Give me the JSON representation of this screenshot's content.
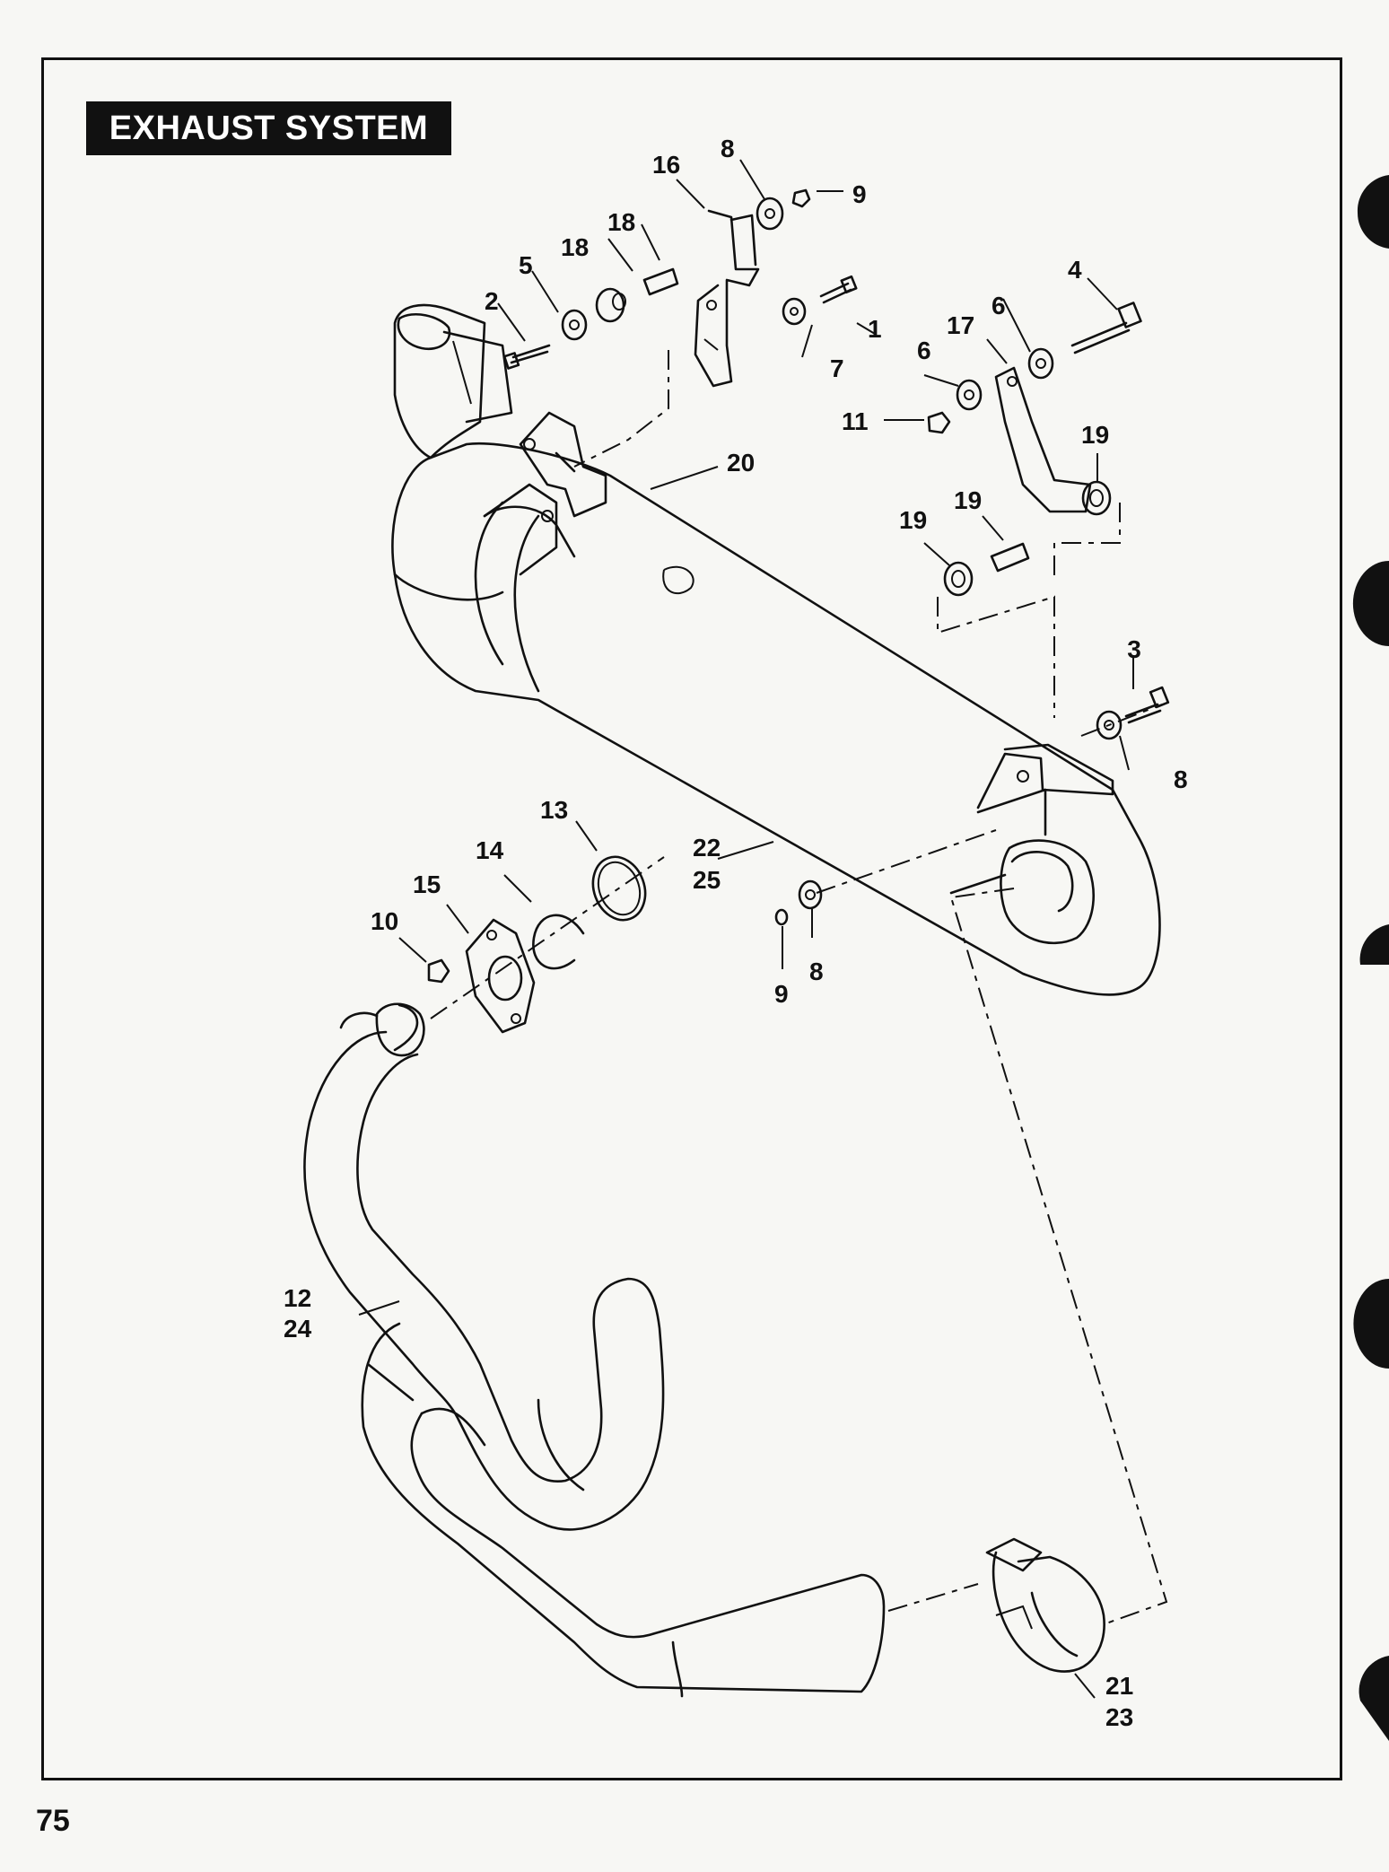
{
  "title": "EXHAUST SYSTEM",
  "page_number": "75",
  "callouts": {
    "c1": "1",
    "c2": "2",
    "c3": "3",
    "c4": "4",
    "c5": "5",
    "c6a": "6",
    "c6b": "6",
    "c7": "7",
    "c8a": "8",
    "c8b": "8",
    "c8c": "8",
    "c9a": "9",
    "c9b": "9",
    "c10": "10",
    "c11": "11",
    "c12": "12",
    "c24": "24",
    "c13": "13",
    "c14": "14",
    "c15": "15",
    "c16": "16",
    "c17": "17",
    "c18a": "18",
    "c18b": "18",
    "c19a": "19",
    "c19b": "19",
    "c19c": "19",
    "c20": "20",
    "c21": "21",
    "c23": "23",
    "c22": "22",
    "c25": "25"
  }
}
